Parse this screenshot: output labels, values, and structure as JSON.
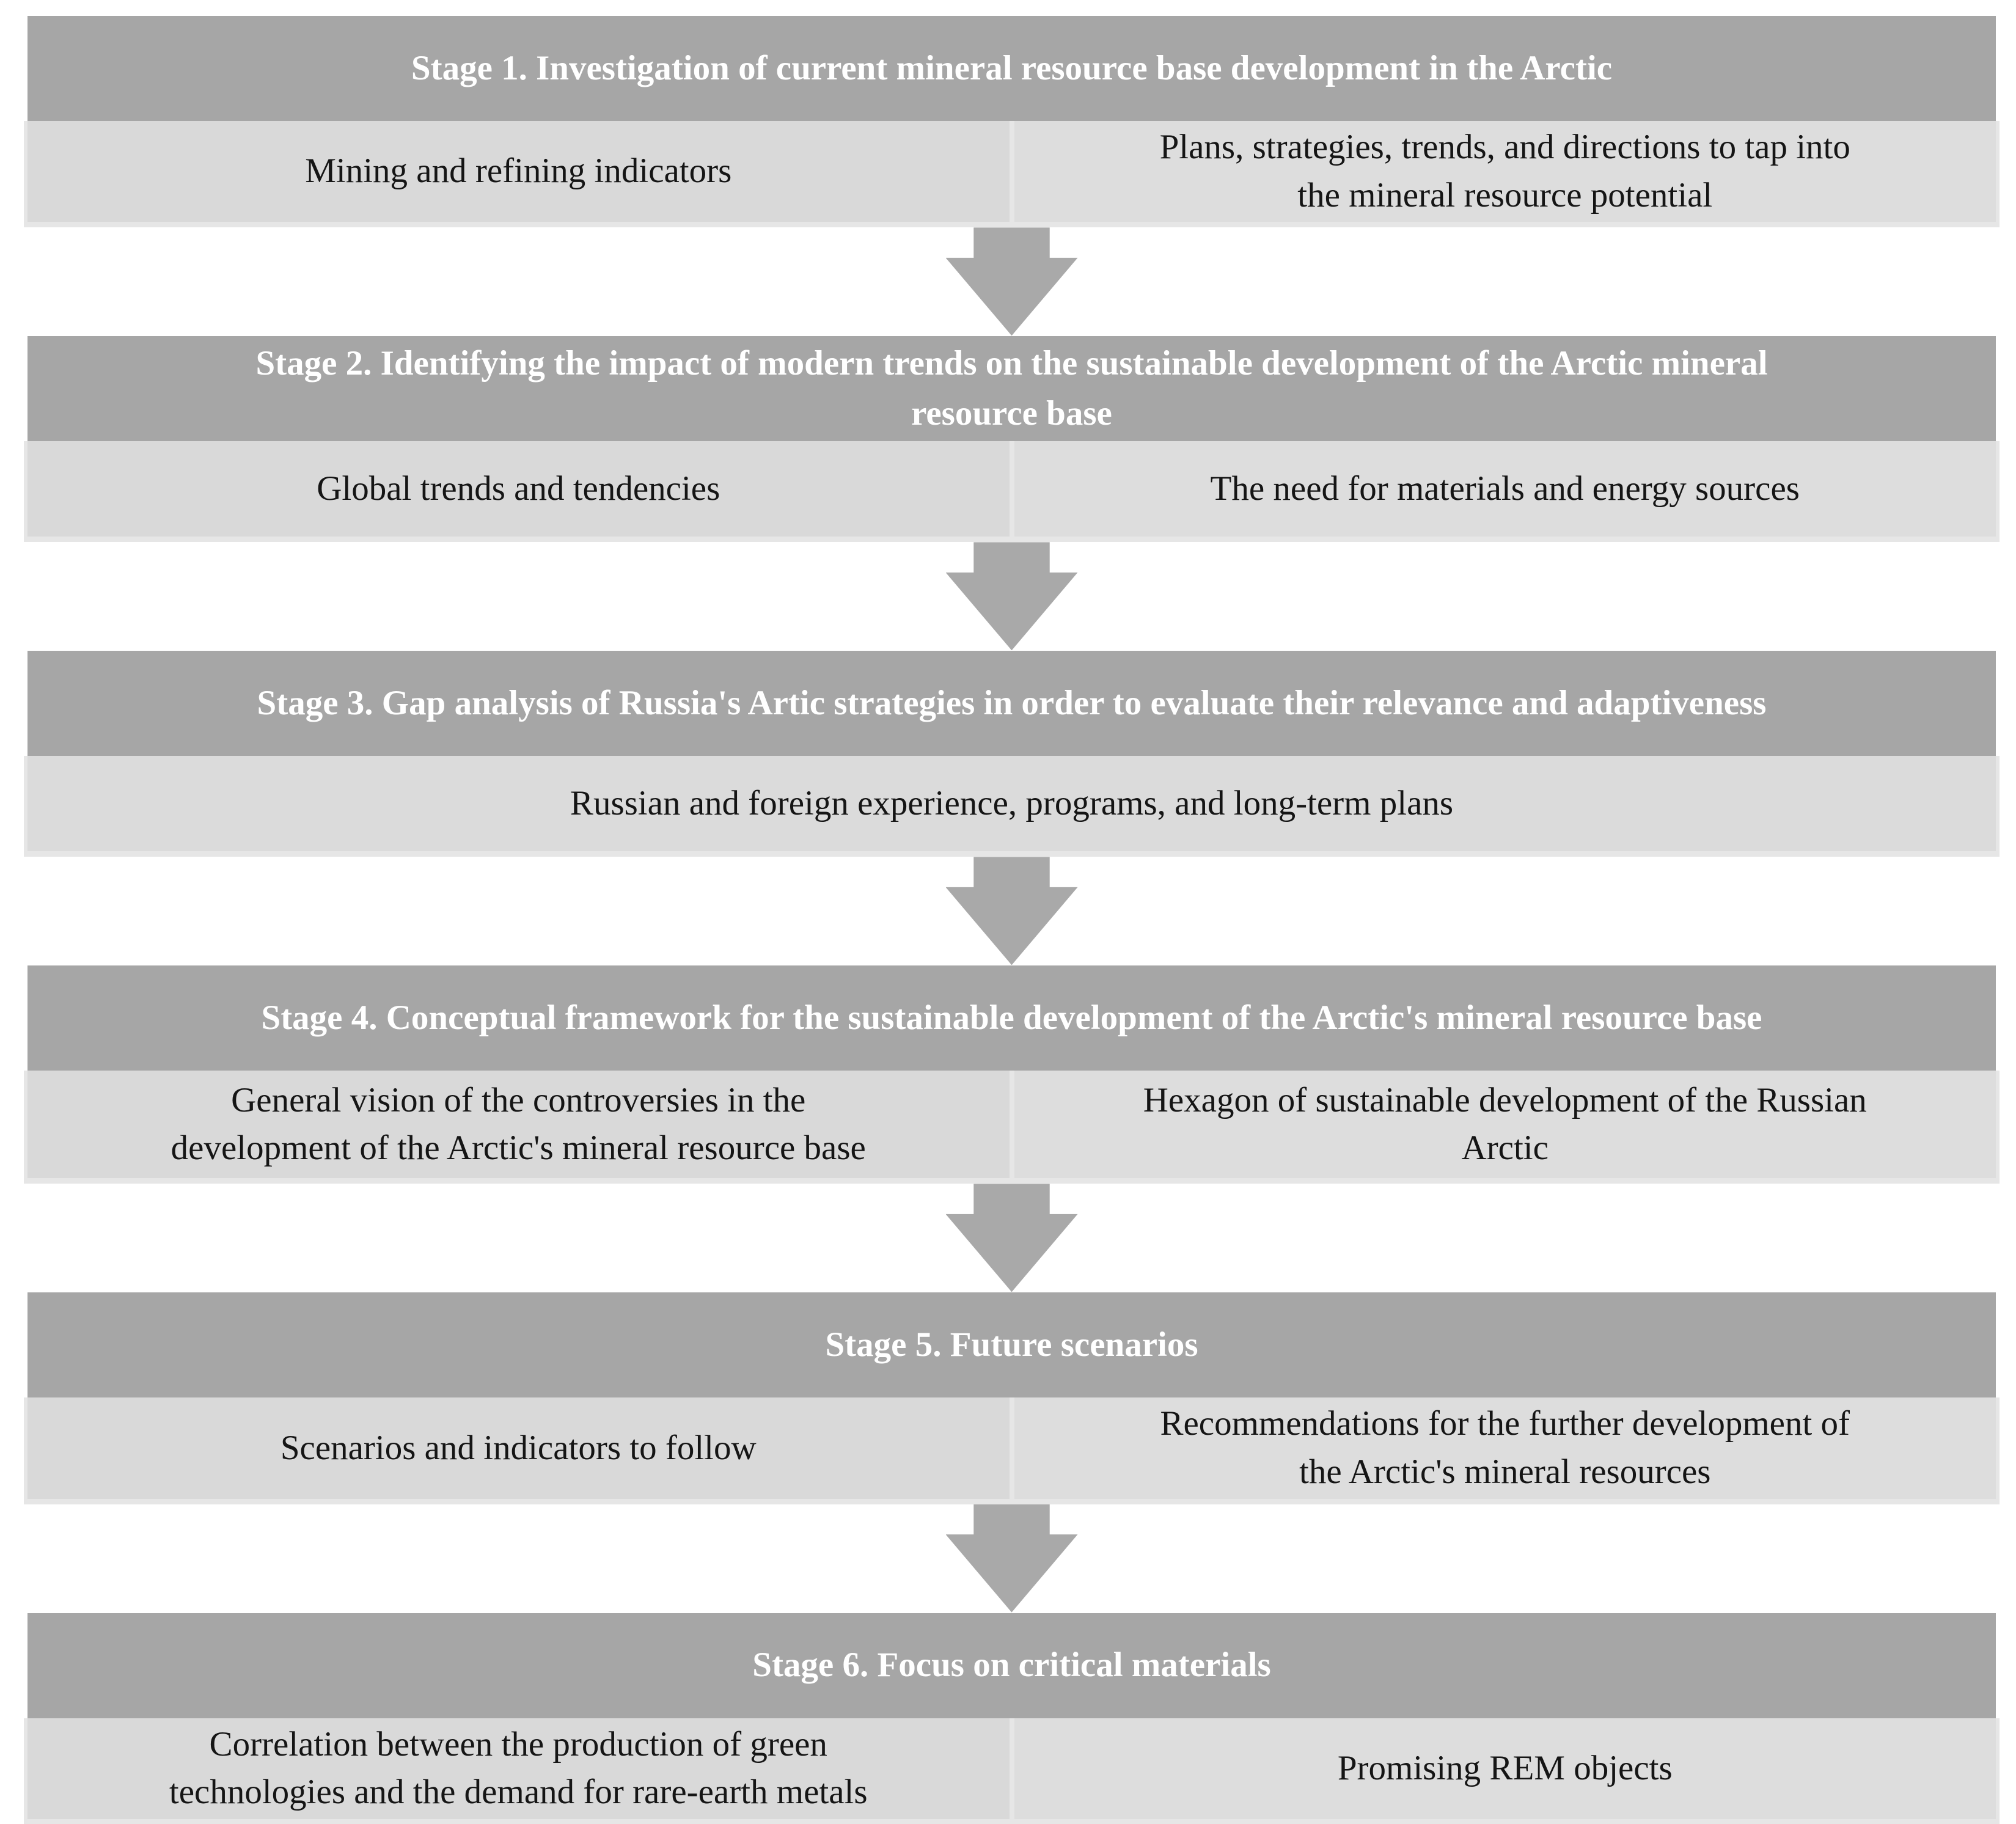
{
  "colors": {
    "header_bg": "#a6a6a6",
    "header_text": "#ffffff",
    "cell_left_bg": "#d9d9d9",
    "cell_right_bg": "#dddddd",
    "cell_single_bg": "#dbdbdb",
    "cell_text": "#151515",
    "frame_bg": "#e6e6e6",
    "arrow": "#a9a9a9",
    "page_bg": "#ffffff"
  },
  "icons": {
    "flow_arrow": "down-arrow"
  },
  "stages": [
    {
      "title": "Stage 1. Investigation of current mineral resource base development in the Arctic",
      "cells": [
        "Mining and refining indicators",
        "Plans, strategies, trends, and directions to tap into\nthe mineral resource potential"
      ]
    },
    {
      "title": "Stage 2. Identifying the impact of modern trends on the sustainable development of the Arctic mineral\nresource base",
      "cells": [
        "Global trends and tendencies",
        "The need for materials and energy sources"
      ]
    },
    {
      "title": "Stage 3. Gap analysis of Russia's Artic strategies in order to evaluate their relevance and adaptiveness",
      "cells": [
        "Russian and foreign experience, programs, and long-term plans"
      ]
    },
    {
      "title": "Stage 4. Conceptual framework for the sustainable development of the Arctic's mineral resource base",
      "cells": [
        "General vision of the controversies in the\ndevelopment of the Arctic's mineral resource base",
        "Hexagon of sustainable development of the Russian\nArctic"
      ]
    },
    {
      "title": "Stage 5. Future scenarios",
      "cells": [
        "Scenarios and indicators to follow",
        "Recommendations for the further development of\nthe Arctic's mineral resources"
      ]
    },
    {
      "title": "Stage 6. Focus on critical materials",
      "cells": [
        "Correlation between the production of green\ntechnologies and the demand for rare-earth metals",
        "Promising REM objects"
      ]
    }
  ]
}
